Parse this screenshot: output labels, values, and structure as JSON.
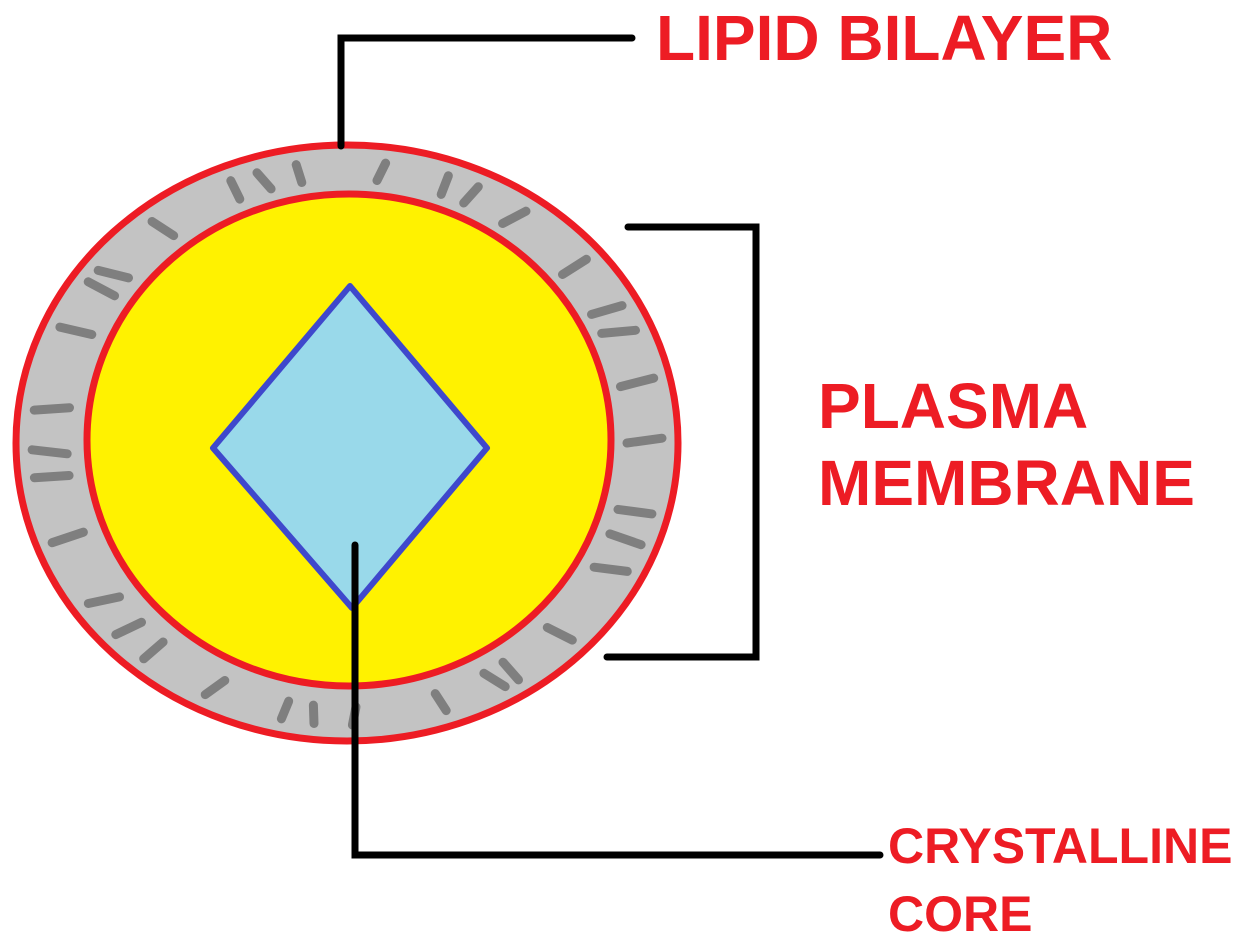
{
  "labels": {
    "lipid_bilayer": "LIPID BILAYER",
    "plasma_membrane": [
      "PLASMA",
      "MEMBRANE"
    ],
    "crystalline_core": [
      "CRYSTALLINE",
      "CORE"
    ]
  },
  "colors": {
    "label_text": "#ED1C24",
    "outer_ring_stroke": "#ED1C24",
    "bilayer_fill": "#C3C3C3",
    "lipid_strokes": "#7F7F7F",
    "inner_fill": "#FFF200",
    "core_fill": "#99D9EA",
    "core_stroke": "#3F48CC",
    "leader_lines": "#000000"
  }
}
